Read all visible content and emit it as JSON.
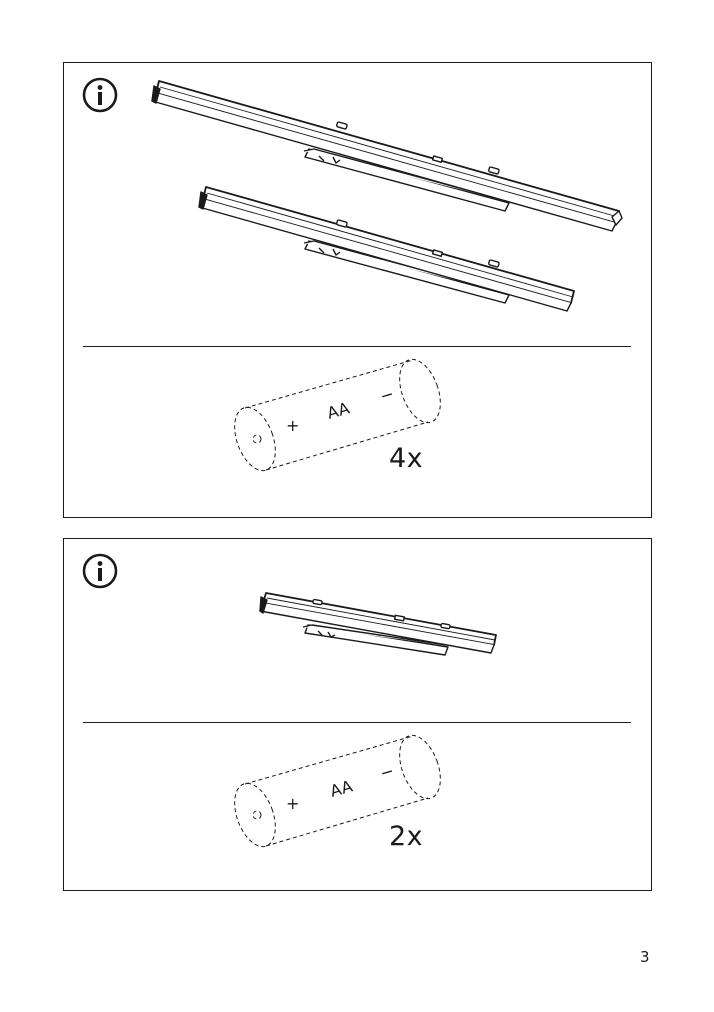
{
  "panels": [
    {
      "icon": "info-icon",
      "battery": {
        "label": "AA",
        "plus": "+",
        "minus": "−"
      },
      "quantity": "4x"
    },
    {
      "icon": "info-icon",
      "battery": {
        "label": "AA",
        "plus": "+",
        "minus": "−"
      },
      "quantity": "2x"
    }
  ],
  "page_number": "3",
  "colors": {
    "ink": "#1a1a1a",
    "paper": "#ffffff"
  }
}
